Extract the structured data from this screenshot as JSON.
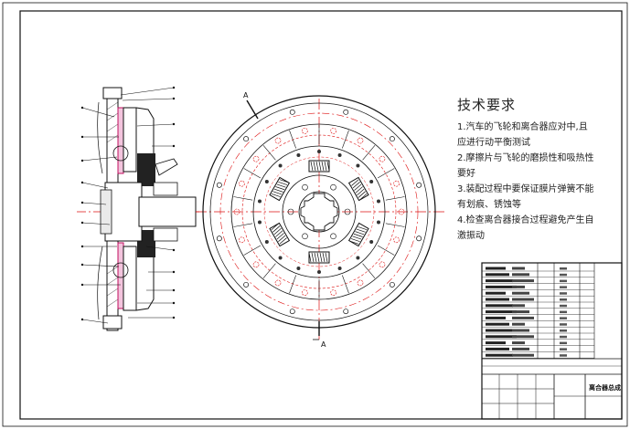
{
  "drawing": {
    "section_marker": "A",
    "colors": {
      "line": "#111111",
      "centerline": "#dd1111",
      "accent": "#c01060",
      "fill_black": "#111111"
    }
  },
  "requirements": {
    "title": "技术要求",
    "lines": [
      "1.汽车的飞轮和离合器应对中,且",
      "应进行动平衡测试",
      "2.摩擦片与飞轮的磨损性和吸热性",
      "要好",
      "3.装配过程中要保证膜片弹簧不能",
      "有划痕、锈蚀等",
      "4.检查离合器接合过程避免产生自",
      "激振动"
    ]
  },
  "title_block": {
    "drawing_name": "离合器总成"
  }
}
